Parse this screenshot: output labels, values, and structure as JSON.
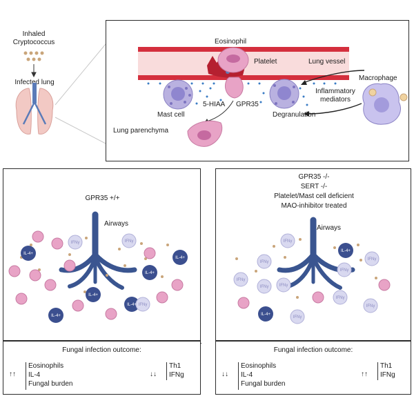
{
  "top": {
    "inhaled_label": "Inhaled\nCryptococcus",
    "infected_lung_label": "Infected lung",
    "eosinophil_label": "Eosinophil",
    "platelet_label": "Platelet",
    "lung_vessel_label": "Lung vessel",
    "macrophage_label": "Macrophage",
    "inflammatory_label": "Inflammatory\nmediators",
    "mast_cell_label": "Mast cell",
    "hiaa_label": "5-HIAA",
    "gpr35_label": "GPR35",
    "degranulation_label": "Degranulation",
    "parenchyma_label": "Lung parenchyma"
  },
  "left_panel": {
    "title": "GPR35 +/+",
    "airways_label": "Airways",
    "cell_il4": "IL-4+",
    "cell_ifn": "IFNγ",
    "outcome_title": "Fungal infection outcome:",
    "arrows_left": "↑↑",
    "list_left": [
      "Eosinophils",
      "IL-4",
      "Fungal burden"
    ],
    "arrows_right": "↓↓",
    "list_right": [
      "Th1",
      "IFNg"
    ]
  },
  "right_panel": {
    "title_lines": [
      "GPR35 -/-",
      "SERT -/-",
      "Platelet/Mast cell deficient",
      "MAO-inhibitor treated"
    ],
    "airways_label": "Airways",
    "cell_il4": "IL-4+",
    "cell_ifn": "IFNγ",
    "outcome_title": "Fungal infection outcome:",
    "arrows_left": "↓↓",
    "list_left": [
      "Eosinophils",
      "IL-4",
      "Fungal burden"
    ],
    "arrows_right": "↑↑",
    "list_right": [
      "Th1",
      "IFNg"
    ]
  },
  "colors": {
    "vessel": "#d42f3d",
    "vessel_fill": "#f9dcdc",
    "airway": "#3a5590",
    "il4_cell": "#3b4f8f",
    "ifn_cell": "#d9d9f0",
    "eos_cell": "#e8a3c6",
    "mast_cell": "#b9b1e0",
    "spore": "#c9a57a"
  }
}
